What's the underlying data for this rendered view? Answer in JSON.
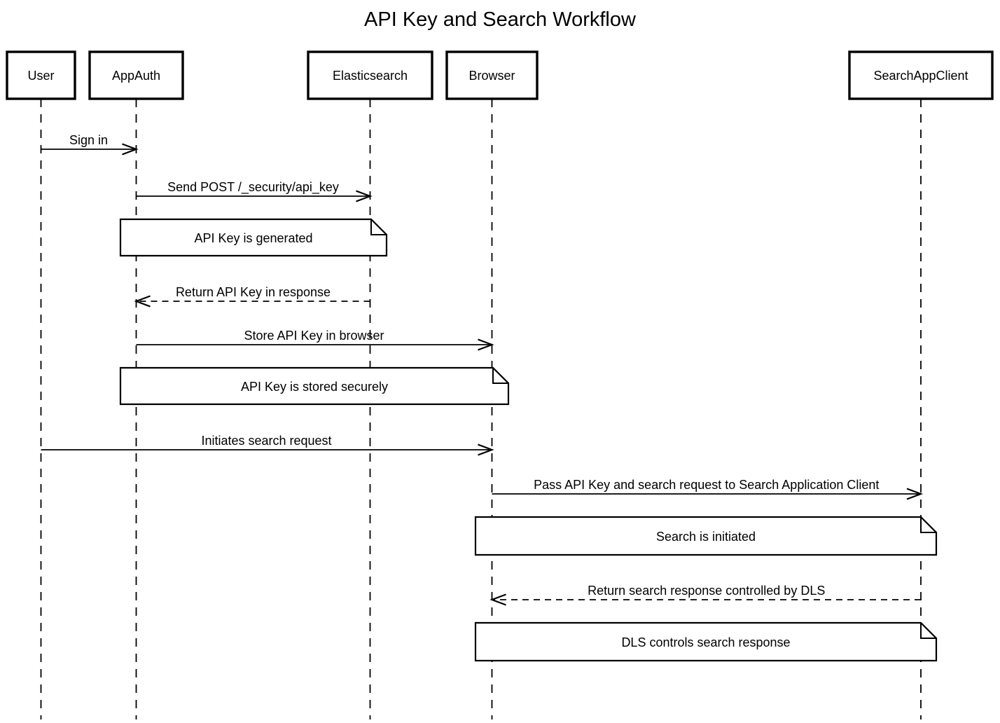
{
  "title": "API Key and Search Workflow",
  "diagram_type": "sequence-diagram",
  "colors": {
    "stroke": "#000000",
    "background": "#ffffff"
  },
  "participants": [
    {
      "name": "User"
    },
    {
      "name": "AppAuth"
    },
    {
      "name": "Elasticsearch"
    },
    {
      "name": "Browser"
    },
    {
      "name": "SearchAppClient"
    }
  ],
  "messages": [
    {
      "from": "User",
      "to": "AppAuth",
      "label": "Sign in",
      "line": "solid"
    },
    {
      "from": "AppAuth",
      "to": "Elasticsearch",
      "label": "Send POST /_security/api_key",
      "line": "solid"
    },
    {
      "from": "Elasticsearch",
      "to": "AppAuth",
      "label": "Return API Key in response",
      "line": "dashed"
    },
    {
      "from": "AppAuth",
      "to": "Browser",
      "label": "Store API Key in browser",
      "line": "solid"
    },
    {
      "from": "User",
      "to": "Browser",
      "label": "Initiates search request",
      "line": "solid"
    },
    {
      "from": "Browser",
      "to": "SearchAppClient",
      "label": "Pass API Key and search request to Search Application Client",
      "line": "solid"
    },
    {
      "from": "SearchAppClient",
      "to": "Browser",
      "label": "Return search response controlled by DLS",
      "line": "dashed"
    }
  ],
  "notes": [
    {
      "label": "API Key is generated",
      "over": "AppAuth, Elasticsearch"
    },
    {
      "label": "API Key is stored securely",
      "over": "AppAuth, Browser"
    },
    {
      "label": "Search is initiated",
      "over": "Browser, SearchAppClient"
    },
    {
      "label": "DLS controls search response",
      "over": "Browser, SearchAppClient"
    }
  ]
}
